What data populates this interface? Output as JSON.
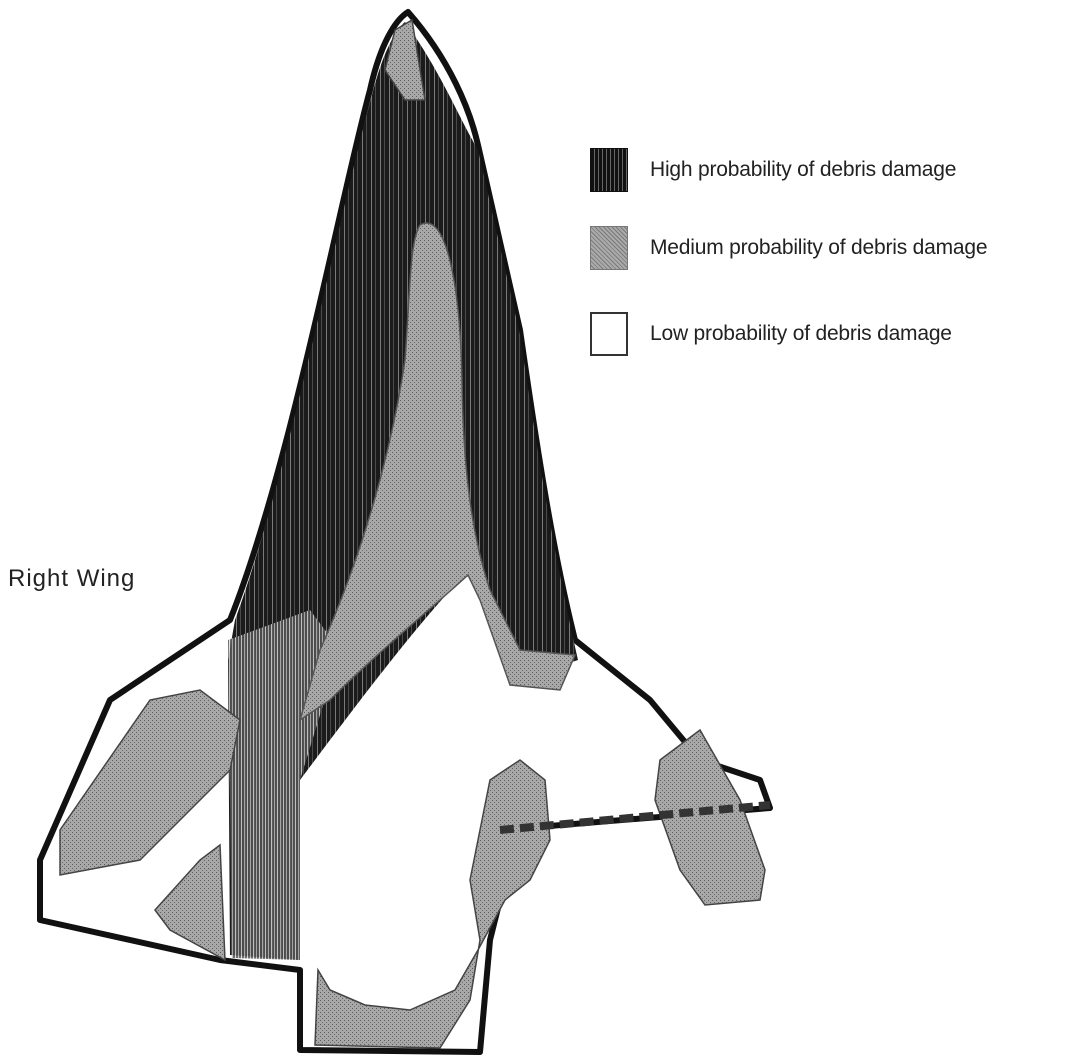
{
  "figure": {
    "wing_label": "Right Wing"
  },
  "legend": [
    {
      "key": "high",
      "label": "High probability of debris damage",
      "fill": "#161616"
    },
    {
      "key": "medium",
      "label": "Medium probability of debris damage",
      "fill": "#9a9a9a"
    },
    {
      "key": "low",
      "label": "Low probability of debris damage",
      "fill": "#ffffff"
    }
  ],
  "colors": {
    "outline": "#111111",
    "high": "#161616",
    "medium": "#9a9a9a",
    "low": "#ffffff"
  }
}
